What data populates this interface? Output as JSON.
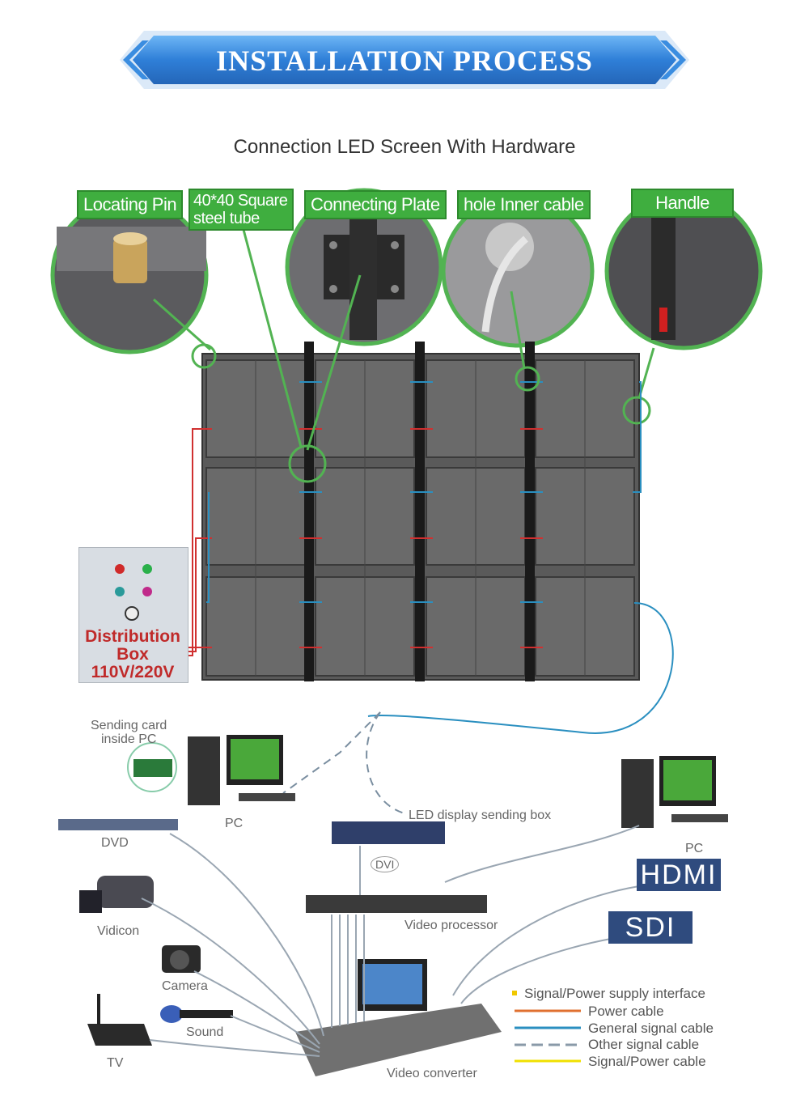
{
  "banner": {
    "title": "INSTALLATION PROCESS"
  },
  "subtitle": "Connection LED Screen With Hardware",
  "callouts": {
    "locating_pin": "Locating Pin",
    "square_tube_1": "40*40 Square",
    "square_tube_2": "steel tube",
    "connecting_plate": "Connecting Plate",
    "inner_cable": "hole Inner cable",
    "handle": "Handle"
  },
  "distribution_box": {
    "line1": "Distribution",
    "line2": "Box",
    "line3": "110V/220V"
  },
  "devices": {
    "sending_card_1": "Sending card",
    "sending_card_2": "inside PC",
    "pc_left": "PC",
    "pc_right": "PC",
    "dvd": "DVD",
    "vidicon": "Vidicon",
    "camera": "Camera",
    "sound": "Sound",
    "tv": "TV",
    "sending_box": "LED display sending box",
    "dvi": "DVI",
    "video_processor": "Video processor",
    "video_converter": "Video converter",
    "hdmi": "HDMI",
    "sdi": "SDI"
  },
  "legend": [
    {
      "label": "Signal/Power supply interface",
      "color": "#f0c800"
    },
    {
      "label": "Power cable",
      "color": "#e07030"
    },
    {
      "label": "General signal cable",
      "color": "#2a8fc0"
    },
    {
      "label": "Other signal cable",
      "color": "#8a9aa8"
    },
    {
      "label": "Signal/Power cable",
      "color": "#f0e000"
    }
  ],
  "colors": {
    "accent_green": "#3fae3f",
    "banner_blue": "#2f7fd8",
    "cabinet": "#5a5a5a"
  }
}
